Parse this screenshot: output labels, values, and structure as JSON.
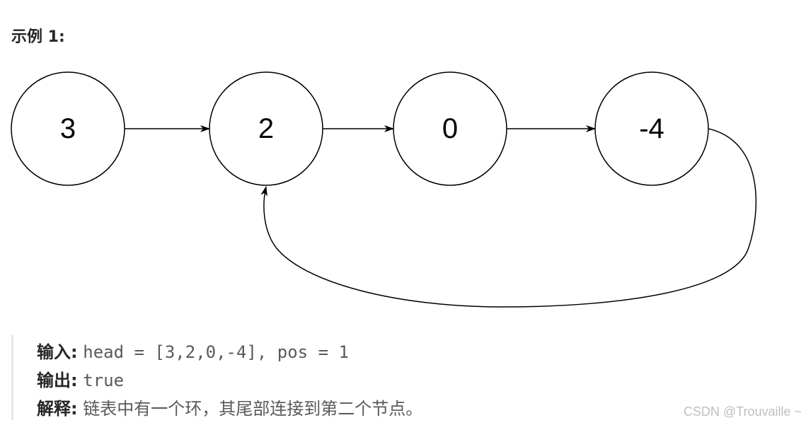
{
  "example": {
    "title": "示例 1:"
  },
  "diagram": {
    "nodes": [
      "3",
      "2",
      "0",
      "-4"
    ]
  },
  "explanation": {
    "input_label": "输入:",
    "input_value": "head = [3,2,0,-4], pos = 1",
    "output_label": "输出:",
    "output_value": "true",
    "explain_label": "解释:",
    "explain_value": "链表中有一个环，其尾部连接到第二个节点。"
  },
  "watermark": "CSDN @Trouvaille ~",
  "colors": {
    "node_stroke": "#000000",
    "text_dark": "#262626",
    "text_muted": "#595959",
    "quote_border": "#e6e6e6",
    "watermark": "#bfbfbf"
  }
}
